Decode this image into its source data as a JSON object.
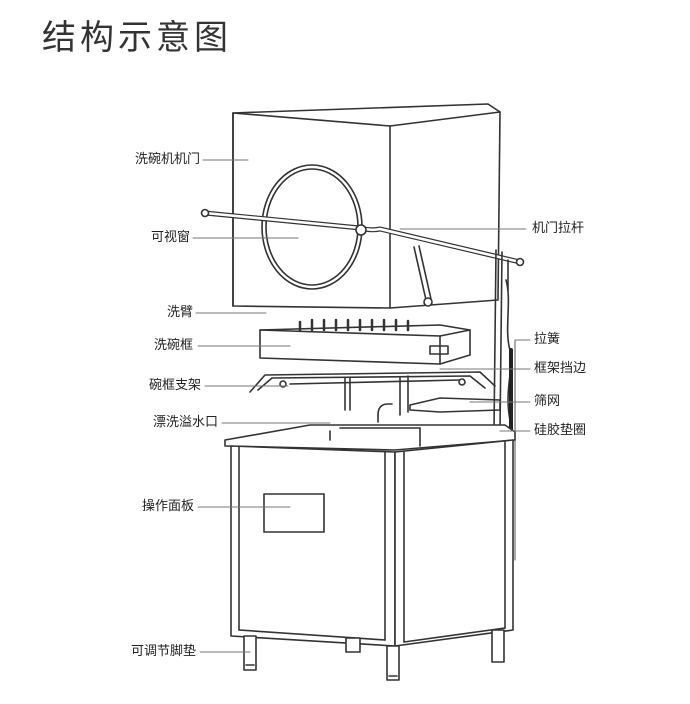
{
  "title": "结构示意图",
  "labels_left": [
    {
      "id": "door",
      "text": "洗碗机机门"
    },
    {
      "id": "window",
      "text": "可视窗"
    },
    {
      "id": "arm",
      "text": "洗臂"
    },
    {
      "id": "basket",
      "text": "洗碗框"
    },
    {
      "id": "rack",
      "text": "碗框支架"
    },
    {
      "id": "overflow",
      "text": "漂洗溢水口"
    },
    {
      "id": "panel",
      "text": "操作面板"
    },
    {
      "id": "feet",
      "text": "可调节脚垫"
    }
  ],
  "labels_right": [
    {
      "id": "lever",
      "text": "机门拉杆"
    },
    {
      "id": "spring",
      "text": "拉簧"
    },
    {
      "id": "guard",
      "text": "框架挡边"
    },
    {
      "id": "filter",
      "text": "筛网"
    },
    {
      "id": "gasket",
      "text": "硅胶垫圈"
    }
  ]
}
